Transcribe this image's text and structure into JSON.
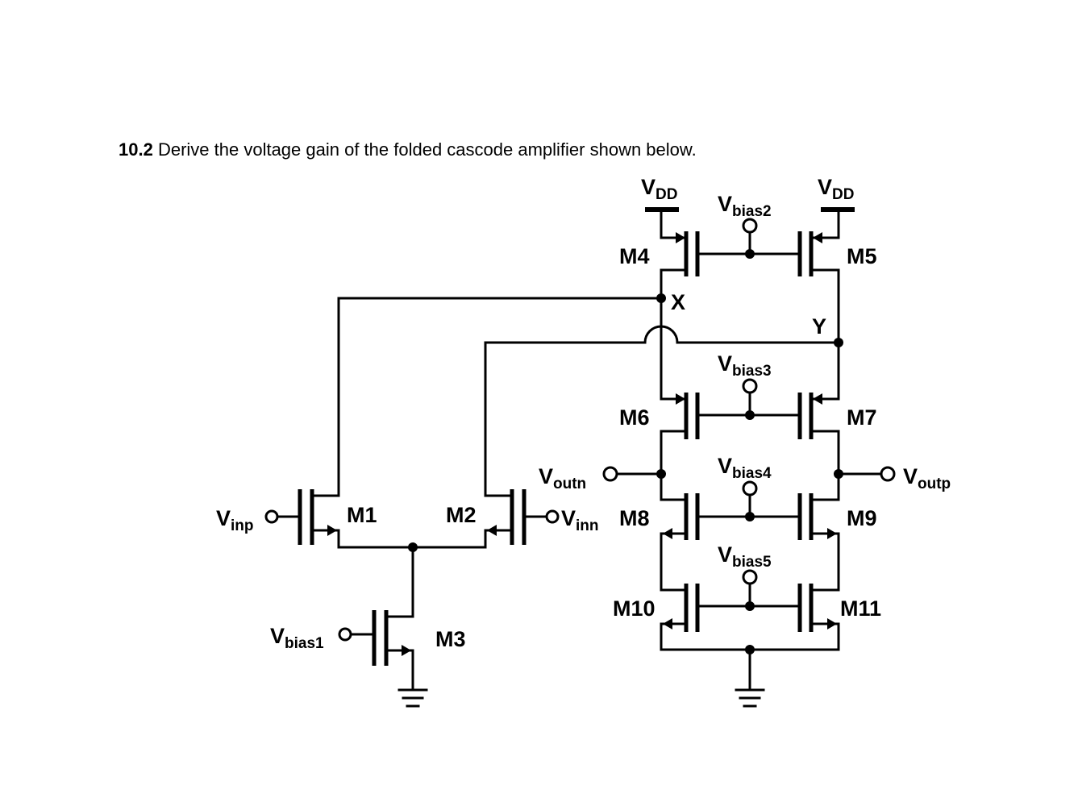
{
  "problem": {
    "number": "10.2",
    "text": "Derive the voltage gain of the folded cascode amplifier shown below."
  },
  "transistors": {
    "M1": "M1",
    "M2": "M2",
    "M3": "M3",
    "M4": "M4",
    "M5": "M5",
    "M6": "M6",
    "M7": "M7",
    "M8": "M8",
    "M9": "M9",
    "M10": "M10",
    "M11": "M11"
  },
  "supplies": {
    "vdd_main": "V",
    "vdd_sub": "DD"
  },
  "nodes": {
    "x": "X",
    "y": "Y"
  },
  "signals": {
    "vinp": {
      "main": "V",
      "sub": "inp"
    },
    "vinn": {
      "main": "V",
      "sub": "inn"
    },
    "voutn": {
      "main": "V",
      "sub": "outn"
    },
    "voutp": {
      "main": "V",
      "sub": "outp"
    },
    "vbias1": {
      "main": "V",
      "sub": "bias1"
    },
    "vbias2": {
      "main": "V",
      "sub": "bias2"
    },
    "vbias3": {
      "main": "V",
      "sub": "bias3"
    },
    "vbias4": {
      "main": "V",
      "sub": "bias4"
    },
    "vbias5": {
      "main": "V",
      "sub": "bias5"
    }
  }
}
